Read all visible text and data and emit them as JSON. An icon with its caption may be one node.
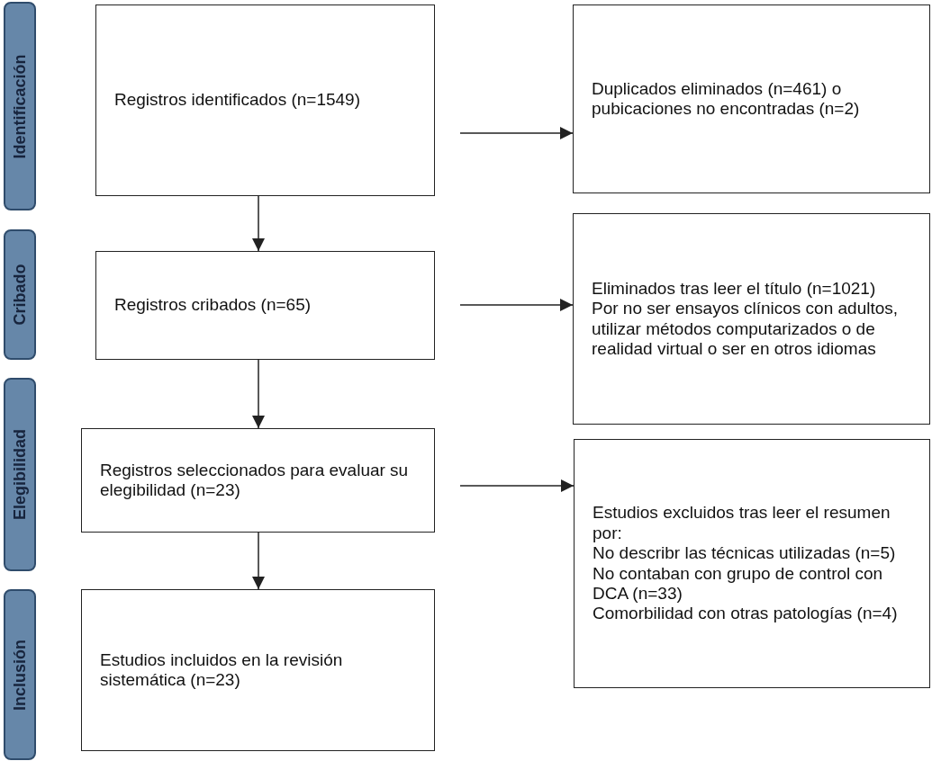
{
  "diagram": {
    "nodes": [
      {
        "text": [
          "Identificación"
        ]
      },
      {
        "text": [
          "Cribado"
        ]
      },
      {
        "text": [
          "Elegibilidad"
        ]
      },
      {
        "text": [
          "Inclusión"
        ]
      },
      {
        "text": [
          "Registros identificados (n=1549)"
        ]
      },
      {
        "text": [
          "Duplicados eliminados (n=461) o pubicaciones no encontradas (n=2)"
        ]
      },
      {
        "text": [
          "Registros cribados (n=65)"
        ]
      },
      {
        "text": [
          "Eliminados tras leer el título (n=1021)",
          "Por no ser ensayos clínicos con adultos, utilizar métodos computarizados o de realidad virtual o ser en otros idiomas"
        ]
      },
      {
        "text": [
          "Registros seleccionados para evaluar su elegibilidad (n=23)"
        ]
      },
      {
        "text": [
          "Estudios excluidos tras leer el resumen por:",
          "No describr las técnicas utilizadas (n=5)",
          "No contaban con grupo de control con DCA (n=33)",
          "Comorbilidad con otras patologías (n=4)"
        ]
      },
      {
        "text": [
          "Estudios incluidos en la revisión sistemática (n=23)"
        ]
      }
    ],
    "edges": [
      {
        "from": 4,
        "to": 5,
        "arrow": "to"
      },
      {
        "from": 4,
        "to": 6,
        "arrow": "to"
      },
      {
        "from": 6,
        "to": 7,
        "arrow": "to"
      },
      {
        "from": 6,
        "to": 8,
        "arrow": "to"
      },
      {
        "from": 8,
        "to": 9,
        "arrow": "to"
      },
      {
        "from": 8,
        "to": 10,
        "arrow": "to"
      }
    ]
  }
}
